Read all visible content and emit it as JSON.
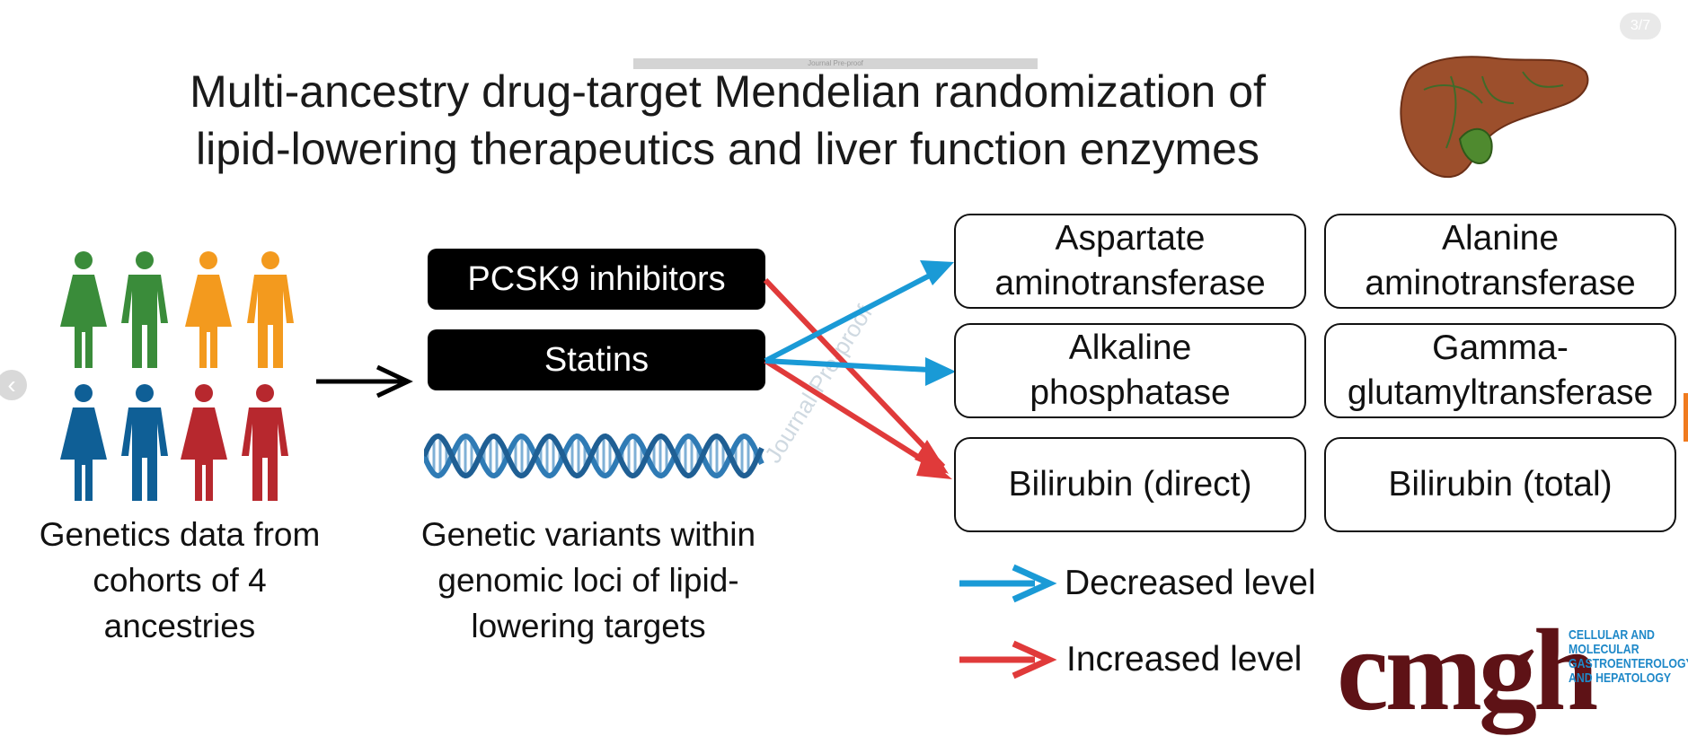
{
  "header_bar": "Journal Pre-proof",
  "title_lines": [
    "Multi-ancestry drug-target Mendelian randomization of",
    "lipid-lowering therapeutics and liver function enzymes"
  ],
  "page_indicator": "3/7",
  "nav": {
    "prev": "‹",
    "next": "›"
  },
  "drugs": [
    "PCSK9 inhibitors",
    "Statins"
  ],
  "captions": {
    "people": "Genetics data from\ncohorts of 4\nancestries",
    "variants": "Genetic variants within\ngenomic loci of lipid-\nlowering targets"
  },
  "outcomes": [
    "Aspartate\naminotransferase",
    "Alanine\naminotransferase",
    "Alkaline\nphosphatase",
    "Gamma-\nglutamyltransferase",
    "Bilirubin (direct)",
    "Bilirubin (total)"
  ],
  "legend": {
    "decreased": "Decreased level",
    "increased": "Increased level"
  },
  "watermark": "Journal Pre-proof",
  "logo": {
    "name": "cmgh",
    "subtitle": "CELLULAR AND\nMOLECULAR\nGASTROENTEROLOGY\nAND HEPATOLOGY"
  },
  "colors": {
    "decreased": "#1a9ad6",
    "increased": "#e03a3a",
    "person_green": "#3a8c3a",
    "person_orange": "#f39a1e",
    "person_blue": "#0f5f96",
    "person_red": "#b7282e",
    "logo_maroon": "#5e1216",
    "liver": "#a0522d"
  },
  "icons": [
    "people-icon",
    "dna-icon",
    "liver-icon",
    "right-arrow-icon"
  ]
}
